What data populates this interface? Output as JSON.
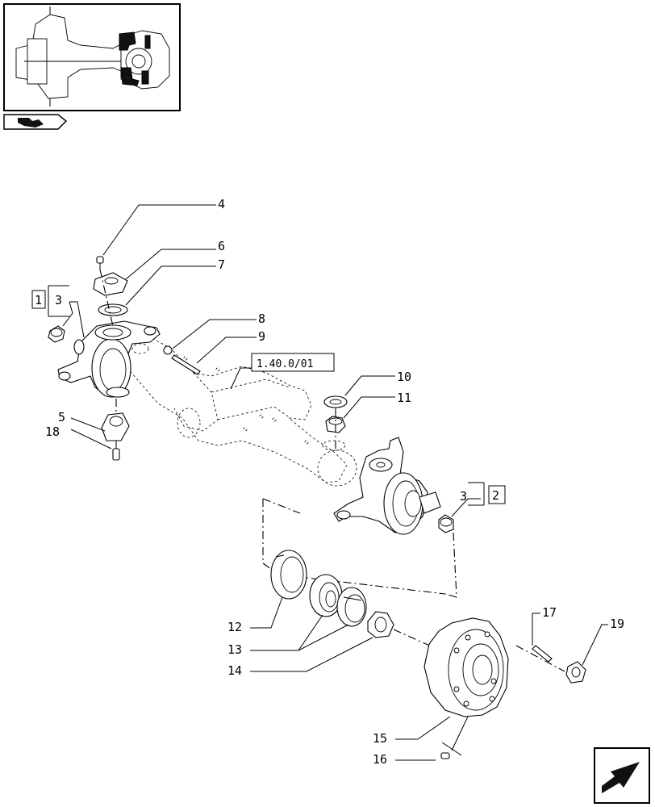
{
  "callouts": {
    "c1": "1",
    "c2": "2",
    "c3a": "3",
    "c3b": "3",
    "c4": "4",
    "c5": "5",
    "c6": "6",
    "c7": "7",
    "c8": "8",
    "c9": "9",
    "c10": "10",
    "c11": "11",
    "c12": "12",
    "c13": "13",
    "c14": "14",
    "c15": "15",
    "c16": "16",
    "c17": "17",
    "c18": "18",
    "c19": "19"
  },
  "reference": "1.40.0/01",
  "icons": {
    "thumbnail": "axle-overview-thumbnail",
    "section": "axle-section-icon",
    "next": "next-page-arrow-icon"
  }
}
